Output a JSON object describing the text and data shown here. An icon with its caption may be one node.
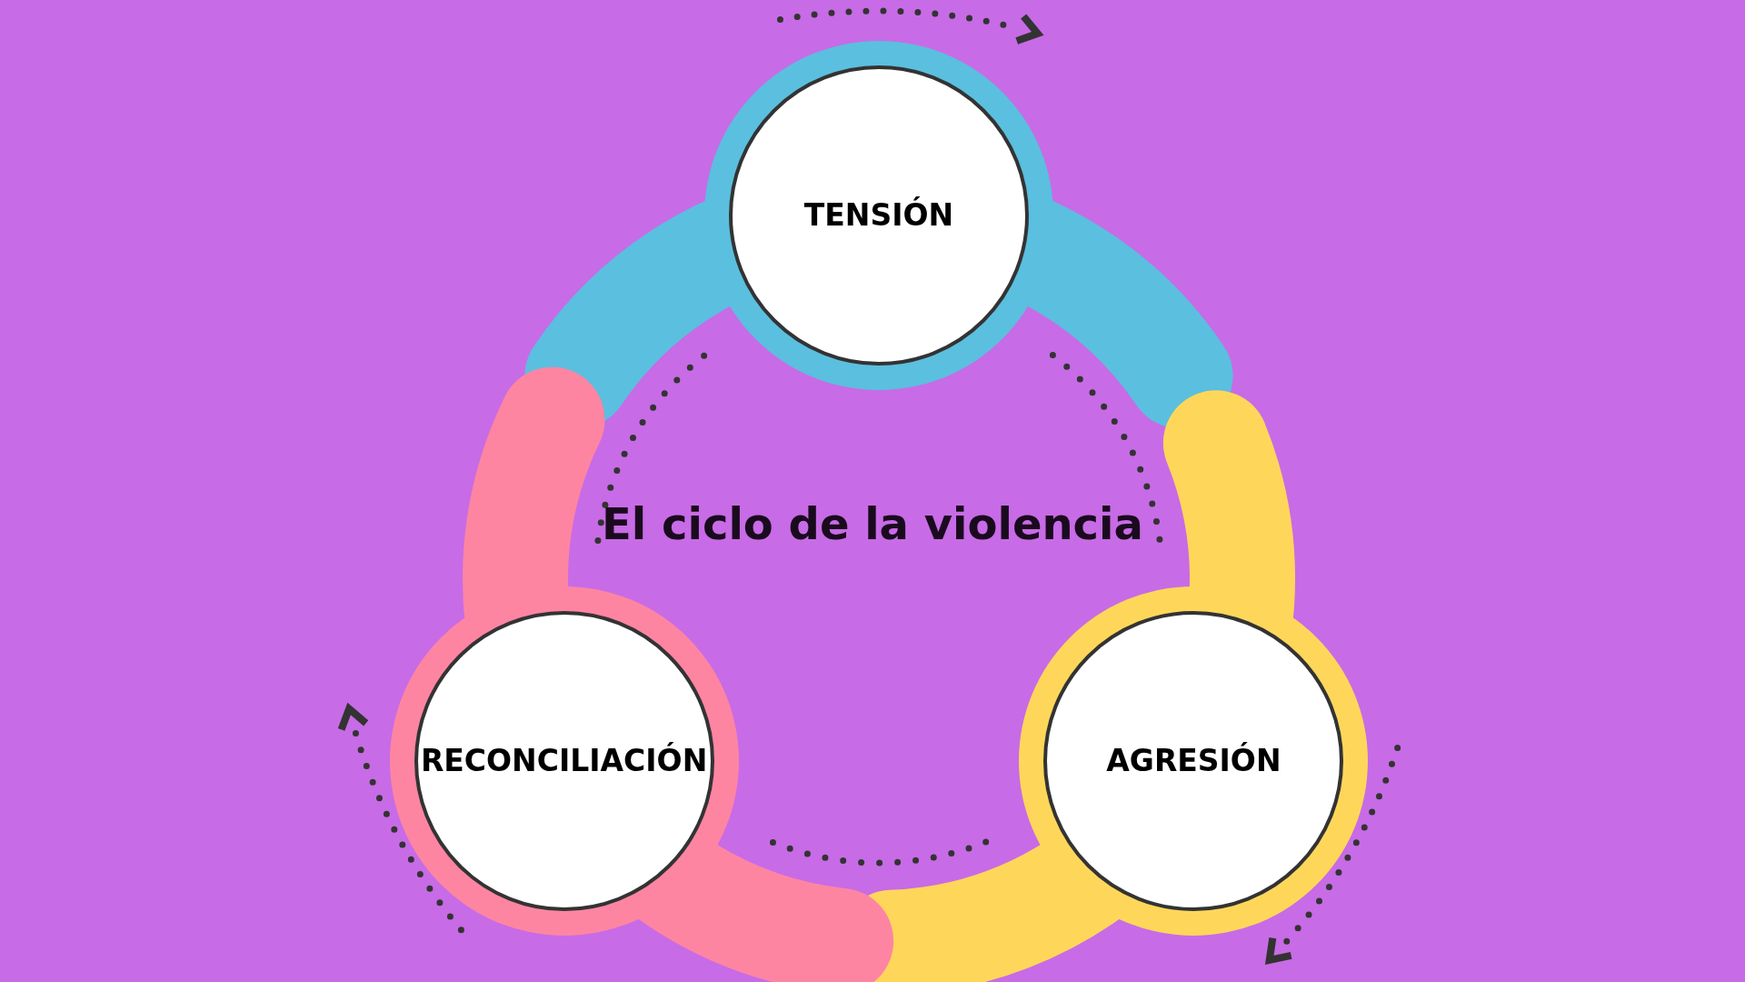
{
  "diagram": {
    "title": "El ciclo de la violencia",
    "nodes": [
      {
        "text": [
          "TENSIÓN"
        ]
      },
      {
        "text": [
          "AGRESIÓN"
        ]
      },
      {
        "text": [
          "RECONCILIACIÓN"
        ]
      }
    ],
    "edges": [
      {
        "from": 0,
        "to": 1,
        "arrow": "none",
        "style": "dashed"
      },
      {
        "from": 1,
        "to": 2,
        "arrow": "none",
        "style": "dashed"
      },
      {
        "from": 2,
        "to": 0,
        "arrow": "none",
        "style": "dashed"
      }
    ]
  }
}
